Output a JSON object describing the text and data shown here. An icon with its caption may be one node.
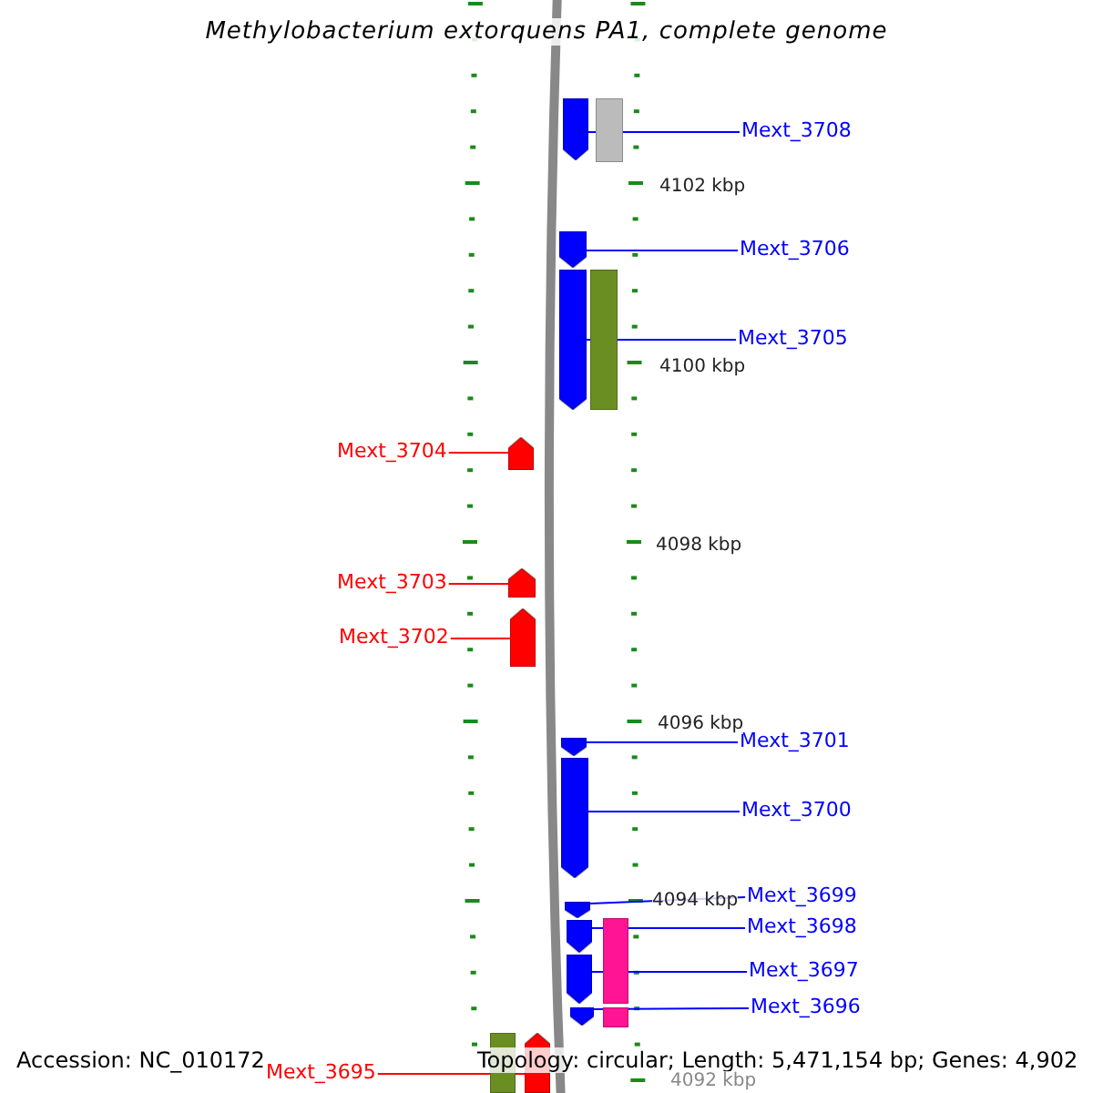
{
  "diagram": {
    "title": "Methylobacterium extorquens PA1, complete genome",
    "nodes": [
      {
        "text": [
          "Mext_3708"
        ]
      },
      {
        "text": [],
        "shape": "arrow"
      },
      {
        "text": [],
        "shape": "bar"
      },
      {
        "text": [
          "Mext_3706"
        ]
      },
      {
        "text": [],
        "shape": "arrow"
      },
      {
        "text": [
          "Mext_3705"
        ]
      },
      {
        "text": [],
        "shape": "arrow"
      },
      {
        "text": [],
        "shape": "bar"
      },
      {
        "text": [
          "Mext_3704"
        ]
      },
      {
        "text": [],
        "shape": "arrow"
      },
      {
        "text": [
          "Mext_3703"
        ]
      },
      {
        "text": [],
        "shape": "arrow"
      },
      {
        "text": [
          "Mext_3702"
        ]
      },
      {
        "text": [],
        "shape": "arrow"
      },
      {
        "text": [
          "Mext_3701"
        ]
      },
      {
        "text": [],
        "shape": "arrow"
      },
      {
        "text": [
          "Mext_3700"
        ]
      },
      {
        "text": [],
        "shape": "arrow"
      },
      {
        "text": [
          "Mext_3699"
        ]
      },
      {
        "text": [],
        "shape": "arrow"
      },
      {
        "text": [
          "Mext_3698"
        ]
      },
      {
        "text": [],
        "shape": "arrow"
      },
      {
        "text": [
          "Mext_3697"
        ]
      },
      {
        "text": [],
        "shape": "arrow"
      },
      {
        "text": [
          "Mext_3696"
        ]
      },
      {
        "text": [],
        "shape": "arrow"
      },
      {
        "text": [],
        "shape": "bar"
      },
      {
        "text": [],
        "shape": "bar"
      },
      {
        "text": [
          "Mext_3695"
        ]
      },
      {
        "text": [],
        "shape": "arrow"
      },
      {
        "text": [],
        "shape": "bar"
      }
    ],
    "edges": [
      {
        "from": 0,
        "to": 1,
        "arrow": "none"
      },
      {
        "from": 3,
        "to": 4,
        "arrow": "none"
      },
      {
        "from": 5,
        "to": 6,
        "arrow": "none"
      },
      {
        "from": 8,
        "to": 9,
        "arrow": "none",
        "color": "#ff0000"
      },
      {
        "from": 10,
        "to": 11,
        "arrow": "none",
        "color": "#ff0000"
      },
      {
        "from": 12,
        "to": 13,
        "arrow": "none",
        "color": "#ff0000"
      },
      {
        "from": 14,
        "to": 15,
        "arrow": "none"
      },
      {
        "from": 16,
        "to": 17,
        "arrow": "none"
      },
      {
        "from": 18,
        "to": 19,
        "arrow": "none"
      },
      {
        "from": 20,
        "to": 21,
        "arrow": "none"
      },
      {
        "from": 22,
        "to": 23,
        "arrow": "none"
      },
      {
        "from": 24,
        "to": 25,
        "arrow": "none"
      },
      {
        "from": 28,
        "to": 29,
        "arrow": "none",
        "color": "#ff0000"
      }
    ],
    "labels": [
      "4102 kbp",
      "4100 kbp",
      "4098 kbp",
      "4096 kbp",
      "4094 kbp",
      "Accession: NC_010172",
      "Topology: circular; Length: 5,471,154 bp; Genes: 4,902",
      "4092 kbp"
    ]
  }
}
